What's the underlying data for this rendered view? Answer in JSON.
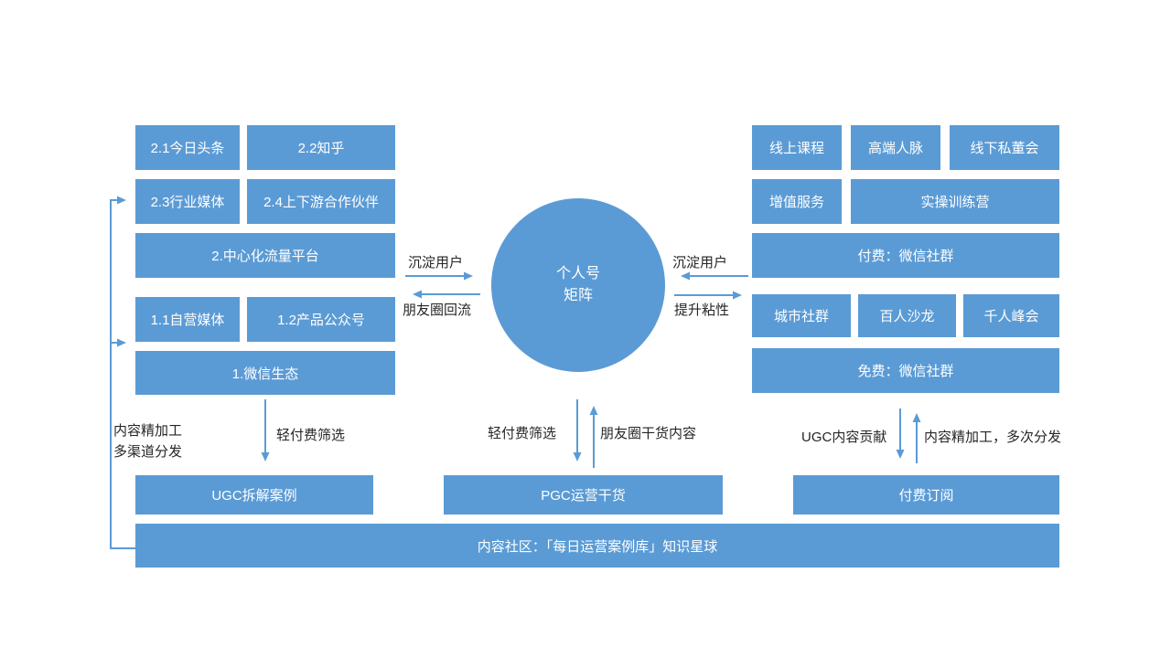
{
  "colors": {
    "box_blue": "#5B9BD5",
    "arrow_blue": "#5B9BD5",
    "box_text": "#FFFFFF",
    "label_text": "#262626"
  },
  "center_circle": {
    "line1": "个人号",
    "line2": "矩阵"
  },
  "boxes": {
    "toutiao": "2.1今日头条",
    "zhihu": "2.2知乎",
    "industry_media": "2.3行业媒体",
    "partners": "2.4上下游合作伙伴",
    "central_traffic": "2.中心化流量平台",
    "own_media": "1.1自营媒体",
    "product_account": "1.2产品公众号",
    "wechat_ecosystem": "1.微信生态",
    "online_course": "线上课程",
    "elite_network": "高端人脉",
    "offline_board": "线下私董会",
    "value_added": "增值服务",
    "training_camp": "实操训练营",
    "paid_wechat_group": "付费：微信社群",
    "city_group": "城市社群",
    "salon_100": "百人沙龙",
    "summit_1000": "千人峰会",
    "free_wechat_group": "免费：微信社群",
    "ugc_cases": "UGC拆解案例",
    "pgc_content": "PGC运营干货",
    "paid_subscription": "付费订阅",
    "content_community": "内容社区：「每日运营案例库」知识星球"
  },
  "arrow_labels": {
    "settle_users_left": "沉淀用户",
    "moments_backflow": "朋友圈回流",
    "settle_users_right": "沉淀用户",
    "increase_stickiness": "提升粘性",
    "content_refine_line1": "内容精加工",
    "content_refine_line2": "多渠道分发",
    "light_paid_filter_left": "轻付费筛选",
    "light_paid_filter_center": "轻付费筛选",
    "moments_quality_content": "朋友圈干货内容",
    "ugc_contribution": "UGC内容贡献",
    "content_refine_redistribute": "内容精加工，多次分发"
  }
}
